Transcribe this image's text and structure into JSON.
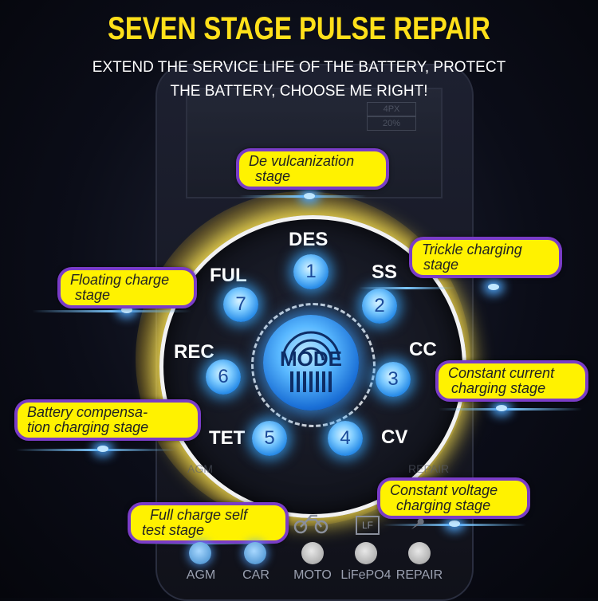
{
  "header": {
    "title": "SEVEN STAGE PULSE REPAIR",
    "subtitle_line1": "EXTEND THE SERVICE LIFE OF THE BATTERY, PROTECT",
    "subtitle_line2": "THE BATTERY, CHOOSE ME RIGHT!"
  },
  "dial": {
    "mode_label": "MODE",
    "stages": [
      {
        "code": "DES",
        "number": "1"
      },
      {
        "code": "SS",
        "number": "2"
      },
      {
        "code": "CC",
        "number": "3"
      },
      {
        "code": "CV",
        "number": "4"
      },
      {
        "code": "TET",
        "number": "5"
      },
      {
        "code": "REC",
        "number": "6"
      },
      {
        "code": "FUL",
        "number": "7"
      }
    ]
  },
  "callouts": {
    "devulcanization": [
      "De vulcanization",
      "stage"
    ],
    "trickle": [
      "Trickle charging",
      "stage"
    ],
    "floating": [
      "Floating charge",
      "stage"
    ],
    "constant_current": [
      "Constant current",
      "charging stage"
    ],
    "compensation": [
      "Battery compensa-",
      "tion charging stage"
    ],
    "constant_voltage": [
      "Constant voltage",
      "charging stage"
    ],
    "full_charge": [
      "Full charge self",
      "test stage"
    ]
  },
  "device": {
    "screen_tags": [
      "4PX",
      "20%"
    ],
    "bottom_buttons": [
      {
        "label": "AGM",
        "active": true
      },
      {
        "label": "CAR",
        "active": true
      },
      {
        "label": "MOTO",
        "active": false
      },
      {
        "label": "LiFePO4",
        "active": false
      },
      {
        "label": "REPAIR",
        "active": false
      }
    ],
    "lf_badge": "LF",
    "ghost_left": "AGM",
    "ghost_right": "REPAIR"
  },
  "colors": {
    "title_yellow": "#ffe01a",
    "callout_fill": "#fff200",
    "callout_border": "#7a3cc7",
    "button_blue": "#2a8de8"
  }
}
